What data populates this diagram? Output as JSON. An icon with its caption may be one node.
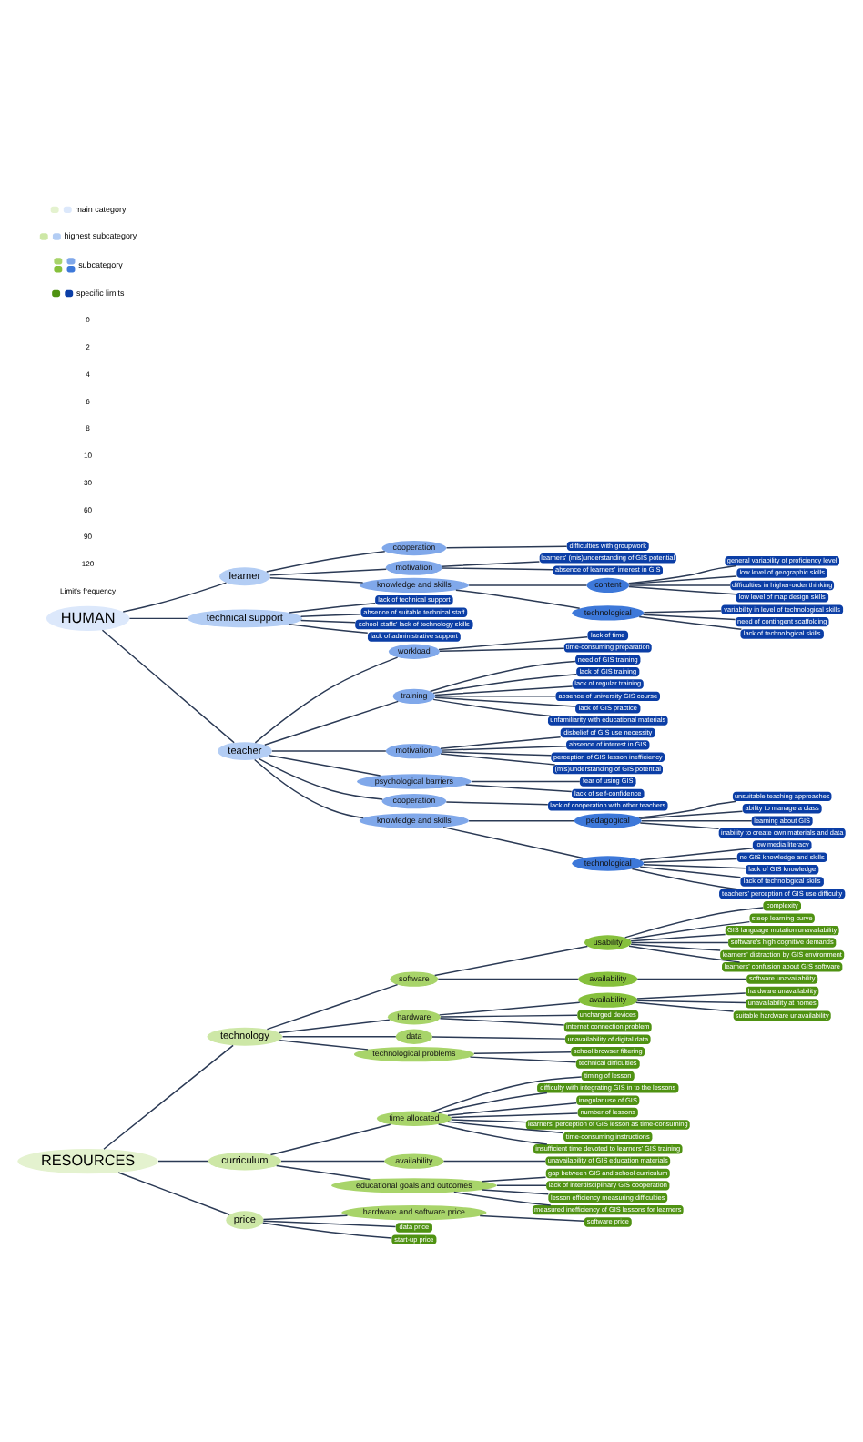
{
  "diagram": {
    "nodes": [
      {
        "text": [
          "RESOURCES"
        ]
      },
      {
        "text": [
          "technology"
        ]
      },
      {
        "text": [
          "software"
        ]
      },
      {
        "text": [
          "usability"
        ]
      },
      {
        "text": [
          "complexity"
        ]
      },
      {
        "text": [
          "steep learning curve"
        ]
      },
      {
        "text": [
          "GIS language mutation unavailability"
        ]
      },
      {
        "text": [
          "software's high cognitive demands"
        ]
      },
      {
        "text": [
          "learners' distraction by GIS environment"
        ]
      },
      {
        "text": [
          "learners' confusion about GIS software"
        ]
      },
      {
        "text": [
          "availability"
        ]
      },
      {
        "text": [
          "software unavailability"
        ]
      },
      {
        "text": [
          "hardware"
        ]
      },
      {
        "text": [
          "availability"
        ]
      },
      {
        "text": [
          "hardware unavailability"
        ]
      },
      {
        "text": [
          "unavailability at homes"
        ]
      },
      {
        "text": [
          "suitable hardware unavailability"
        ]
      },
      {
        "text": [
          "uncharged devices"
        ]
      },
      {
        "text": [
          "internet connection problem"
        ]
      },
      {
        "text": [
          "data"
        ]
      },
      {
        "text": [
          "unavailability of digital data"
        ]
      },
      {
        "text": [
          "technological problems"
        ]
      },
      {
        "text": [
          "school browser filtering"
        ]
      },
      {
        "text": [
          "technical difficulties"
        ]
      },
      {
        "text": [
          "curriculum"
        ]
      },
      {
        "text": [
          "time allocated"
        ]
      },
      {
        "text": [
          "timing of lesson"
        ]
      },
      {
        "text": [
          "difficulty with integrating GIS in to the lessons"
        ]
      },
      {
        "text": [
          "irregular use of GIS"
        ]
      },
      {
        "text": [
          "number of lessons"
        ]
      },
      {
        "text": [
          "learners' perception of GIS lesson as time-consuming"
        ]
      },
      {
        "text": [
          "time-consuming instructions"
        ]
      },
      {
        "text": [
          "insufficient time devoted to learners' GIS training"
        ]
      },
      {
        "text": [
          "availability"
        ]
      },
      {
        "text": [
          "unavailability of GIS education materials"
        ]
      },
      {
        "text": [
          "educational goals and outcomes"
        ]
      },
      {
        "text": [
          "gap between GIS and school curriculum"
        ]
      },
      {
        "text": [
          "lack of interdisciplinary GIS cooperation"
        ]
      },
      {
        "text": [
          "lesson efficiency measuring difficulties"
        ]
      },
      {
        "text": [
          "measured inefficiency of GIS lessons for learners"
        ]
      },
      {
        "text": [
          "price"
        ]
      },
      {
        "text": [
          "hardware and software price"
        ]
      },
      {
        "text": [
          "software price"
        ]
      },
      {
        "text": [
          "data price"
        ]
      },
      {
        "text": [
          "start-up price"
        ]
      },
      {
        "text": [
          "HUMAN"
        ]
      },
      {
        "text": [
          "learner"
        ]
      },
      {
        "text": [
          "cooperation"
        ]
      },
      {
        "text": [
          "difficulties with groupwork"
        ]
      },
      {
        "text": [
          "motivation"
        ]
      },
      {
        "text": [
          "learners' (mis)understanding of GIS potential"
        ]
      },
      {
        "text": [
          "absence of learners' interest in GIS"
        ]
      },
      {
        "text": [
          "knowledge and skills"
        ]
      },
      {
        "text": [
          "content"
        ]
      },
      {
        "text": [
          "general variability of proficiency level"
        ]
      },
      {
        "text": [
          "low level of geographic skills"
        ]
      },
      {
        "text": [
          "difficulties in higher-order thinking"
        ]
      },
      {
        "text": [
          "low level of map design skills"
        ]
      },
      {
        "text": [
          "technological"
        ]
      },
      {
        "text": [
          "variability in level of technological skills"
        ]
      },
      {
        "text": [
          "need of contingent scaffolding"
        ]
      },
      {
        "text": [
          "lack of technological skills"
        ]
      },
      {
        "text": [
          "technical support"
        ]
      },
      {
        "text": [
          "lack of technical support"
        ]
      },
      {
        "text": [
          "absence of suitable technical staff"
        ]
      },
      {
        "text": [
          "school staffs' lack of technology skills"
        ]
      },
      {
        "text": [
          "lack of administrative support"
        ]
      },
      {
        "text": [
          "teacher"
        ]
      },
      {
        "text": [
          "workload"
        ]
      },
      {
        "text": [
          "lack of time"
        ]
      },
      {
        "text": [
          "time-consuming preparation"
        ]
      },
      {
        "text": [
          "training"
        ]
      },
      {
        "text": [
          "need of GIS training"
        ]
      },
      {
        "text": [
          "lack of GIS training"
        ]
      },
      {
        "text": [
          "lack of regular training"
        ]
      },
      {
        "text": [
          "absence of university GIS course"
        ]
      },
      {
        "text": [
          "lack of GIS practice"
        ]
      },
      {
        "text": [
          "unfamiliarity with educational materials"
        ]
      },
      {
        "text": [
          "motivation"
        ]
      },
      {
        "text": [
          "disbelief of GIS use necessity"
        ]
      },
      {
        "text": [
          "absence of interest in GIS"
        ]
      },
      {
        "text": [
          "perception of GIS lesson inefficiency"
        ]
      },
      {
        "text": [
          "(mis)understanding of GIS potential"
        ]
      },
      {
        "text": [
          "psychological barriers"
        ]
      },
      {
        "text": [
          "fear of using GIS"
        ]
      },
      {
        "text": [
          "lack of self-confidence"
        ]
      },
      {
        "text": [
          "cooperation"
        ]
      },
      {
        "text": [
          "lack of cooperation with other teachers"
        ]
      },
      {
        "text": [
          "knowledge and skills"
        ]
      },
      {
        "text": [
          "pedagogical"
        ]
      },
      {
        "text": [
          "unsuitable teaching approaches"
        ]
      },
      {
        "text": [
          "ability to manage a class"
        ]
      },
      {
        "text": [
          "learning about GIS"
        ]
      },
      {
        "text": [
          "inability to create own materials and data"
        ]
      },
      {
        "text": [
          "technological"
        ]
      },
      {
        "text": [
          "low media literacy"
        ]
      },
      {
        "text": [
          "no GIS knowledge and skills"
        ]
      },
      {
        "text": [
          "lack of GIS knowledge"
        ]
      },
      {
        "text": [
          "lack of technological skills"
        ]
      },
      {
        "text": [
          "teachers' perception of GIS use difficulty"
        ]
      }
    ],
    "edges": [
      {
        "from": 0,
        "to": 1,
        "arrow": "none"
      },
      {
        "from": 1,
        "to": 2,
        "arrow": "none"
      },
      {
        "from": 2,
        "to": 3,
        "arrow": "none"
      },
      {
        "from": 3,
        "to": 4,
        "arrow": "none"
      },
      {
        "from": 3,
        "to": 5,
        "arrow": "none"
      },
      {
        "from": 3,
        "to": 6,
        "arrow": "none"
      },
      {
        "from": 3,
        "to": 7,
        "arrow": "none"
      },
      {
        "from": 3,
        "to": 8,
        "arrow": "none"
      },
      {
        "from": 3,
        "to": 9,
        "arrow": "none"
      },
      {
        "from": 2,
        "to": 10,
        "arrow": "none"
      },
      {
        "from": 10,
        "to": 11,
        "arrow": "none"
      },
      {
        "from": 1,
        "to": 12,
        "arrow": "none"
      },
      {
        "from": 12,
        "to": 13,
        "arrow": "none"
      },
      {
        "from": 13,
        "to": 14,
        "arrow": "none"
      },
      {
        "from": 13,
        "to": 15,
        "arrow": "none"
      },
      {
        "from": 13,
        "to": 16,
        "arrow": "none"
      },
      {
        "from": 12,
        "to": 17,
        "arrow": "none"
      },
      {
        "from": 12,
        "to": 18,
        "arrow": "none"
      },
      {
        "from": 1,
        "to": 19,
        "arrow": "none"
      },
      {
        "from": 19,
        "to": 20,
        "arrow": "none"
      },
      {
        "from": 1,
        "to": 21,
        "arrow": "none"
      },
      {
        "from": 21,
        "to": 22,
        "arrow": "none"
      },
      {
        "from": 21,
        "to": 23,
        "arrow": "none"
      },
      {
        "from": 0,
        "to": 24,
        "arrow": "none"
      },
      {
        "from": 24,
        "to": 25,
        "arrow": "none"
      },
      {
        "from": 25,
        "to": 26,
        "arrow": "none"
      },
      {
        "from": 25,
        "to": 27,
        "arrow": "none"
      },
      {
        "from": 25,
        "to": 28,
        "arrow": "none"
      },
      {
        "from": 25,
        "to": 29,
        "arrow": "none"
      },
      {
        "from": 25,
        "to": 30,
        "arrow": "none"
      },
      {
        "from": 25,
        "to": 31,
        "arrow": "none"
      },
      {
        "from": 25,
        "to": 32,
        "arrow": "none"
      },
      {
        "from": 24,
        "to": 33,
        "arrow": "none"
      },
      {
        "from": 33,
        "to": 34,
        "arrow": "none"
      },
      {
        "from": 24,
        "to": 35,
        "arrow": "none"
      },
      {
        "from": 35,
        "to": 36,
        "arrow": "none"
      },
      {
        "from": 35,
        "to": 37,
        "arrow": "none"
      },
      {
        "from": 35,
        "to": 38,
        "arrow": "none"
      },
      {
        "from": 35,
        "to": 39,
        "arrow": "none"
      },
      {
        "from": 0,
        "to": 40,
        "arrow": "none"
      },
      {
        "from": 40,
        "to": 41,
        "arrow": "none"
      },
      {
        "from": 41,
        "to": 42,
        "arrow": "none"
      },
      {
        "from": 40,
        "to": 43,
        "arrow": "none"
      },
      {
        "from": 40,
        "to": 44,
        "arrow": "none"
      },
      {
        "from": 45,
        "to": 46,
        "arrow": "none"
      },
      {
        "from": 46,
        "to": 47,
        "arrow": "none"
      },
      {
        "from": 47,
        "to": 48,
        "arrow": "none"
      },
      {
        "from": 46,
        "to": 49,
        "arrow": "none"
      },
      {
        "from": 49,
        "to": 50,
        "arrow": "none"
      },
      {
        "from": 49,
        "to": 51,
        "arrow": "none"
      },
      {
        "from": 46,
        "to": 52,
        "arrow": "none"
      },
      {
        "from": 52,
        "to": 53,
        "arrow": "none"
      },
      {
        "from": 53,
        "to": 54,
        "arrow": "none"
      },
      {
        "from": 53,
        "to": 55,
        "arrow": "none"
      },
      {
        "from": 53,
        "to": 56,
        "arrow": "none"
      },
      {
        "from": 53,
        "to": 57,
        "arrow": "none"
      },
      {
        "from": 52,
        "to": 58,
        "arrow": "none"
      },
      {
        "from": 58,
        "to": 59,
        "arrow": "none"
      },
      {
        "from": 58,
        "to": 60,
        "arrow": "none"
      },
      {
        "from": 58,
        "to": 61,
        "arrow": "none"
      },
      {
        "from": 45,
        "to": 62,
        "arrow": "none"
      },
      {
        "from": 62,
        "to": 63,
        "arrow": "none"
      },
      {
        "from": 62,
        "to": 64,
        "arrow": "none"
      },
      {
        "from": 62,
        "to": 65,
        "arrow": "none"
      },
      {
        "from": 62,
        "to": 66,
        "arrow": "none"
      },
      {
        "from": 45,
        "to": 67,
        "arrow": "none"
      },
      {
        "from": 67,
        "to": 68,
        "arrow": "none"
      },
      {
        "from": 68,
        "to": 69,
        "arrow": "none"
      },
      {
        "from": 68,
        "to": 70,
        "arrow": "none"
      },
      {
        "from": 67,
        "to": 71,
        "arrow": "none"
      },
      {
        "from": 71,
        "to": 72,
        "arrow": "none"
      },
      {
        "from": 71,
        "to": 73,
        "arrow": "none"
      },
      {
        "from": 71,
        "to": 74,
        "arrow": "none"
      },
      {
        "from": 71,
        "to": 75,
        "arrow": "none"
      },
      {
        "from": 71,
        "to": 76,
        "arrow": "none"
      },
      {
        "from": 71,
        "to": 77,
        "arrow": "none"
      },
      {
        "from": 67,
        "to": 78,
        "arrow": "none"
      },
      {
        "from": 78,
        "to": 79,
        "arrow": "none"
      },
      {
        "from": 78,
        "to": 80,
        "arrow": "none"
      },
      {
        "from": 78,
        "to": 81,
        "arrow": "none"
      },
      {
        "from": 78,
        "to": 82,
        "arrow": "none"
      },
      {
        "from": 67,
        "to": 83,
        "arrow": "none"
      },
      {
        "from": 83,
        "to": 84,
        "arrow": "none"
      },
      {
        "from": 83,
        "to": 85,
        "arrow": "none"
      },
      {
        "from": 67,
        "to": 86,
        "arrow": "none"
      },
      {
        "from": 86,
        "to": 87,
        "arrow": "none"
      },
      {
        "from": 67,
        "to": 88,
        "arrow": "none"
      },
      {
        "from": 88,
        "to": 89,
        "arrow": "none"
      },
      {
        "from": 89,
        "to": 90,
        "arrow": "none"
      },
      {
        "from": 89,
        "to": 91,
        "arrow": "none"
      },
      {
        "from": 89,
        "to": 92,
        "arrow": "none"
      },
      {
        "from": 89,
        "to": 93,
        "arrow": "none"
      },
      {
        "from": 88,
        "to": 94,
        "arrow": "none"
      },
      {
        "from": 94,
        "to": 95,
        "arrow": "none"
      },
      {
        "from": 94,
        "to": 96,
        "arrow": "none"
      },
      {
        "from": 94,
        "to": 97,
        "arrow": "none"
      },
      {
        "from": 94,
        "to": 98,
        "arrow": "none"
      },
      {
        "from": 94,
        "to": 99,
        "arrow": "none"
      }
    ],
    "labels": [
      "0",
      "2",
      "4",
      "6",
      "8",
      "10",
      "30",
      "60",
      "90",
      "120",
      "Limit's frequency"
    ],
    "legend": [
      {
        "text": "main category"
      },
      {
        "text": "highest subcategory"
      },
      {
        "text": "subcategory"
      },
      {
        "text": "specific limits"
      }
    ]
  }
}
